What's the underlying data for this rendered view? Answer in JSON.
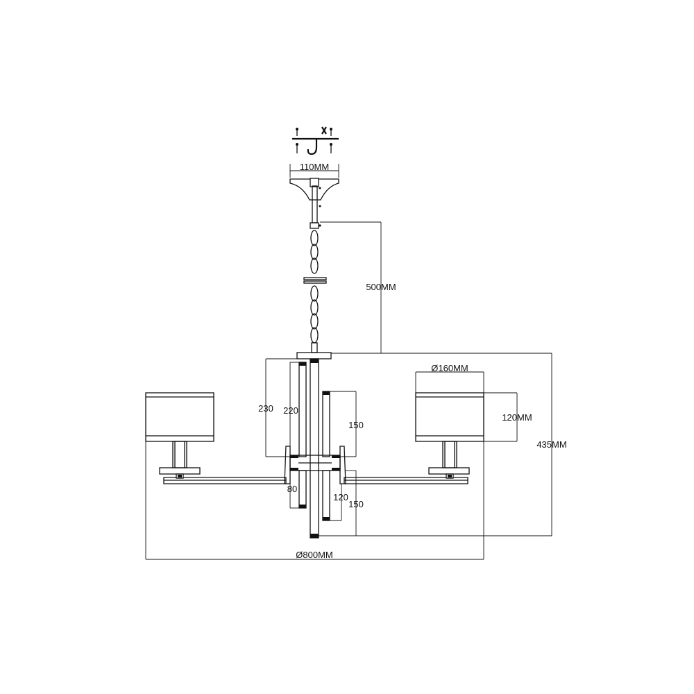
{
  "dimensions": {
    "canopy_width": "110MM",
    "chain_length": "500MM",
    "shade_diameter": "Ø160MM",
    "shade_height": "120MM",
    "total_height": "435MM",
    "total_diameter": "Ø800MM",
    "upper_rod_outer": "230",
    "upper_rod_inner": "220",
    "upper_rod_short": "150",
    "lower_rod_left": "80",
    "lower_rod_mid": "120",
    "lower_rod_right": "150"
  }
}
